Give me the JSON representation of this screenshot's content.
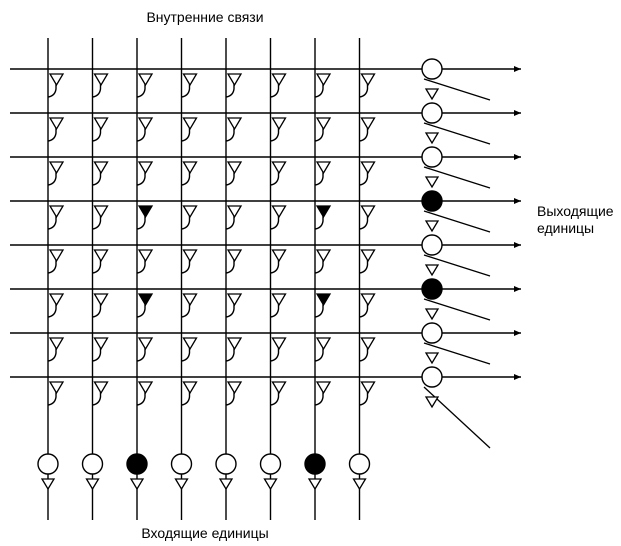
{
  "labels": {
    "title": "Внутренние связи",
    "outputs_line1": "Выходящие",
    "outputs_line2": "единицы",
    "inputs": "Входящие единицы"
  },
  "network": {
    "input_units": 8,
    "output_units": 8,
    "active_inputs": [
      2,
      6
    ],
    "active_outputs": [
      3,
      5
    ],
    "active_connections": [
      [
        3,
        2
      ],
      [
        3,
        6
      ],
      [
        5,
        2
      ],
      [
        5,
        6
      ]
    ],
    "colors": {
      "line": "#000000",
      "active": "#000000",
      "inactive": "#ffffff"
    }
  }
}
